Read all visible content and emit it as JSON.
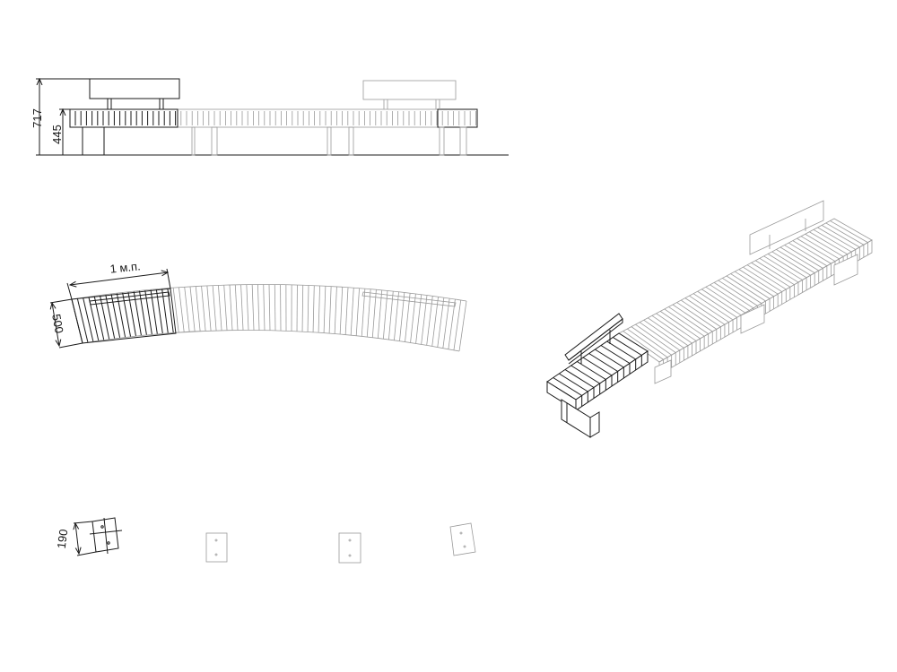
{
  "elevation": {
    "dim_total_height": "717",
    "dim_seat_height": "445"
  },
  "plan": {
    "dim_length": "1 м.п.",
    "dim_width": "500"
  },
  "footprint": {
    "dim_width": "190"
  }
}
